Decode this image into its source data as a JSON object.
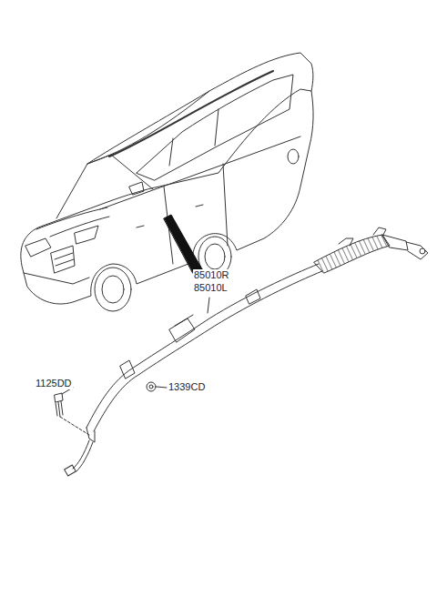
{
  "diagram": {
    "labels": [
      "85010R",
      "85010L",
      "1125DD",
      "1339CD"
    ]
  }
}
